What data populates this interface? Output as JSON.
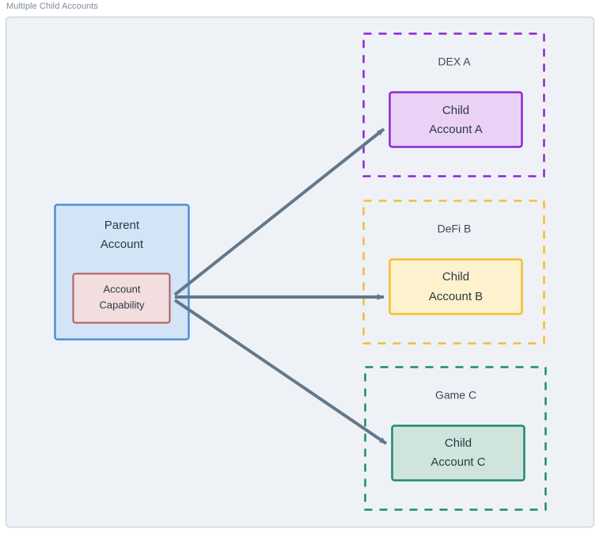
{
  "diagram": {
    "title": "Multiple Child Accounts",
    "canvas": {
      "background": "#eef2f6",
      "border_color": "#ced8e0"
    }
  },
  "parent": {
    "label_line1": "Parent",
    "label_line2": "Account",
    "fill": "#d4e4f7",
    "stroke": "#4a90d9",
    "capability": {
      "label_line1": "Account",
      "label_line2": "Capability",
      "fill": "#f2dede",
      "stroke": "#b25a5a"
    }
  },
  "groups": [
    {
      "name": "DEX A",
      "border_color": "#8e24d4",
      "child_line1": "Child",
      "child_line2": "Account A",
      "child_fill": "#e9d2f5",
      "child_stroke": "#8e24d4"
    },
    {
      "name": "DeFi B",
      "border_color": "#f5bc2e",
      "child_line1": "Child",
      "child_line2": "Account B",
      "child_fill": "#fdf2cd",
      "child_stroke": "#f5bc2e"
    },
    {
      "name": "Game C",
      "border_color": "#1f8a6d",
      "child_line1": "Child",
      "child_line2": "Account C",
      "child_fill": "#cfe4dc",
      "child_stroke": "#1f8a6d"
    }
  ],
  "connections": {
    "arrow_color": "#64778a",
    "edges": [
      {
        "from": "Account Capability",
        "to": "Child Account A"
      },
      {
        "from": "Account Capability",
        "to": "Child Account B"
      },
      {
        "from": "Account Capability",
        "to": "Child Account C"
      }
    ]
  }
}
